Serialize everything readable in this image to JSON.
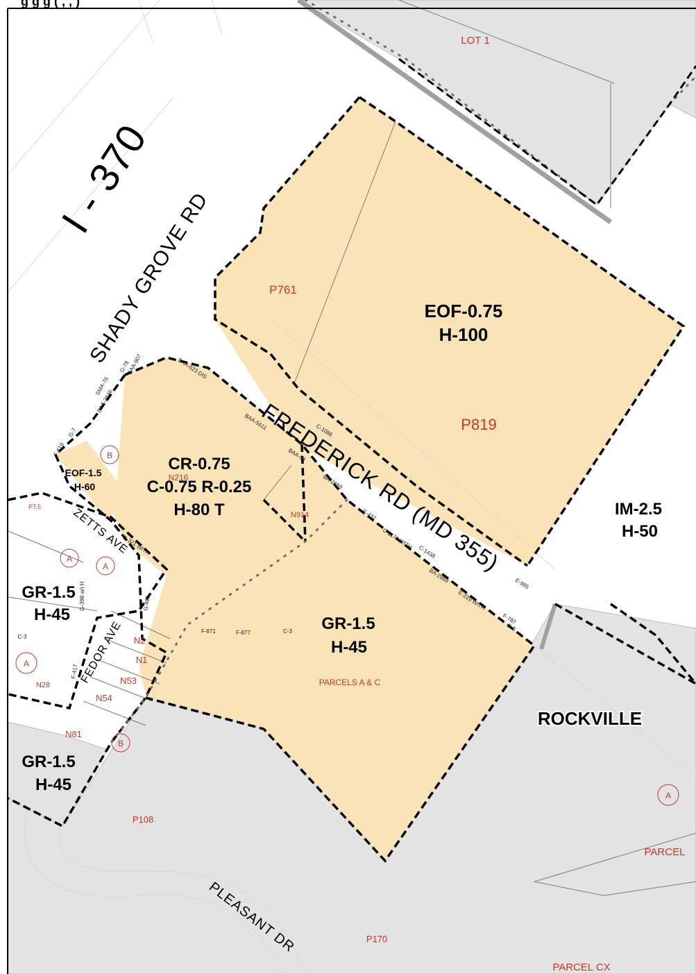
{
  "header_partial": "g   g                    g  ( , , )",
  "highway": "I - 370",
  "roads": {
    "shady_grove": "SHADY GROVE RD",
    "frederick": "FREDERICK RD (MD 355)",
    "zetts": "ZETTS AVE",
    "fedor": "FEDOR AVE",
    "pleasant": "PLEASANT DR"
  },
  "zones": {
    "eof_075": [
      "EOF-0.75",
      "H-100"
    ],
    "cr_075": [
      "CR-0.75",
      "C-0.75 R-0.25",
      "H-80 T"
    ],
    "eof_15": [
      "EOF-1.5",
      "H-60"
    ],
    "im_25": [
      "IM-2.5",
      "H-50"
    ],
    "gr_center": [
      "GR-1.5",
      "H-45"
    ],
    "gr_left_top": [
      "GR-1.5",
      "H-45"
    ],
    "gr_left_bottom": [
      "GR-1.5",
      "H-45"
    ]
  },
  "city": "ROCKVILLE",
  "parcels": {
    "lot1": "LOT  1",
    "p761": "P761",
    "p819": "P819",
    "n914": "N914",
    "n216": "N216",
    "pt5": "PT.5",
    "n2": "N2",
    "n1": "N1",
    "n53": "N53",
    "n54": "N54",
    "n28": "N28",
    "n81": "N81",
    "c3": "C-3",
    "p108": "P108",
    "p170": "P170",
    "parcels_ac": "PARCELS  A & C",
    "parcel": "PARCEL",
    "parcel_cx": "PARCEL  CX"
  },
  "circle_markers": {
    "b_top": "B",
    "a_left1": "A",
    "a_left2": "A",
    "a_left3": "A",
    "b_bottom": "B",
    "a_right": "A"
  },
  "small_labels": {
    "baa623": "BAA-623 DIS",
    "baa907": "BAA-907",
    "g78": "G-78",
    "sma76": "SMA-76",
    "baa2646": "BAA-2646",
    "g7": "G-7",
    "f619": "F-619",
    "baa5611": "BAA-5611",
    "c1086": "C-1086",
    "baa54": "BAA-54",
    "ba2689": "BA-2689",
    "e437": "E-437",
    "c1174": "C-1174 WITH",
    "c1438": "C-1438",
    "ba2969": "BA-2969",
    "e229": "E-229 WITH",
    "e985": "E-985",
    "f787": "F-787",
    "g5": "G-5",
    "g321": "G-321 WITH",
    "f871": "F-871",
    "f877": "F-877",
    "c3b": "C-3",
    "g398": "G-398 w/i H",
    "f417": "F-417",
    "g481": "G-481"
  },
  "colors": {
    "zone_fill": "#fbe3b8",
    "shaded_fill": "#e3e3e3",
    "boundary": "#000000",
    "parcel_text": "#c0392b"
  }
}
